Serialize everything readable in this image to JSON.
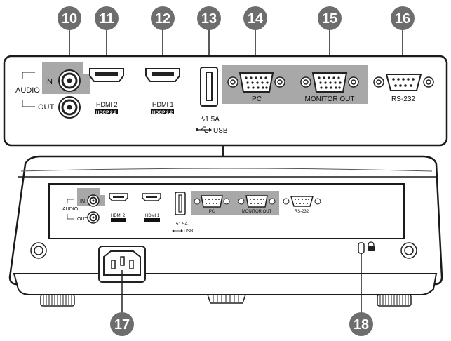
{
  "callouts": {
    "c10": "10",
    "c11": "11",
    "c12": "12",
    "c13": "13",
    "c14": "14",
    "c15": "15",
    "c16": "16",
    "c17": "17",
    "c18": "18"
  },
  "panel": {
    "audio_label": "AUDIO",
    "audio_in": "IN",
    "audio_out": "OUT",
    "hdmi2_label": "HDMI 2",
    "hdmi2_badge": "HDCP 2.2",
    "hdmi1_label": "HDMI 1",
    "hdmi1_badge": "HDCP 2.2",
    "usb_power": "ϟ1.5A",
    "usb_label": "USB",
    "pc_label": "PC",
    "monitor_label": "MONITOR OUT",
    "rs232_label": "RS-232"
  },
  "projector": {
    "audio_label": "AUDIO",
    "audio_in": "IN",
    "audio_out": "OUT",
    "hdmi2_label": "HDMI 2",
    "hdmi1_label": "HDMI 1",
    "usb_power": "ϟ1.5A",
    "usb_label": "USB",
    "pc_label": "PC",
    "monitor_label": "MONITOR OUT",
    "rs232_label": "RS-232"
  },
  "colors": {
    "callout_fill": "#6d6d6d",
    "panel_gray": "#a8a8a8",
    "outline": "#1a1a1a"
  }
}
